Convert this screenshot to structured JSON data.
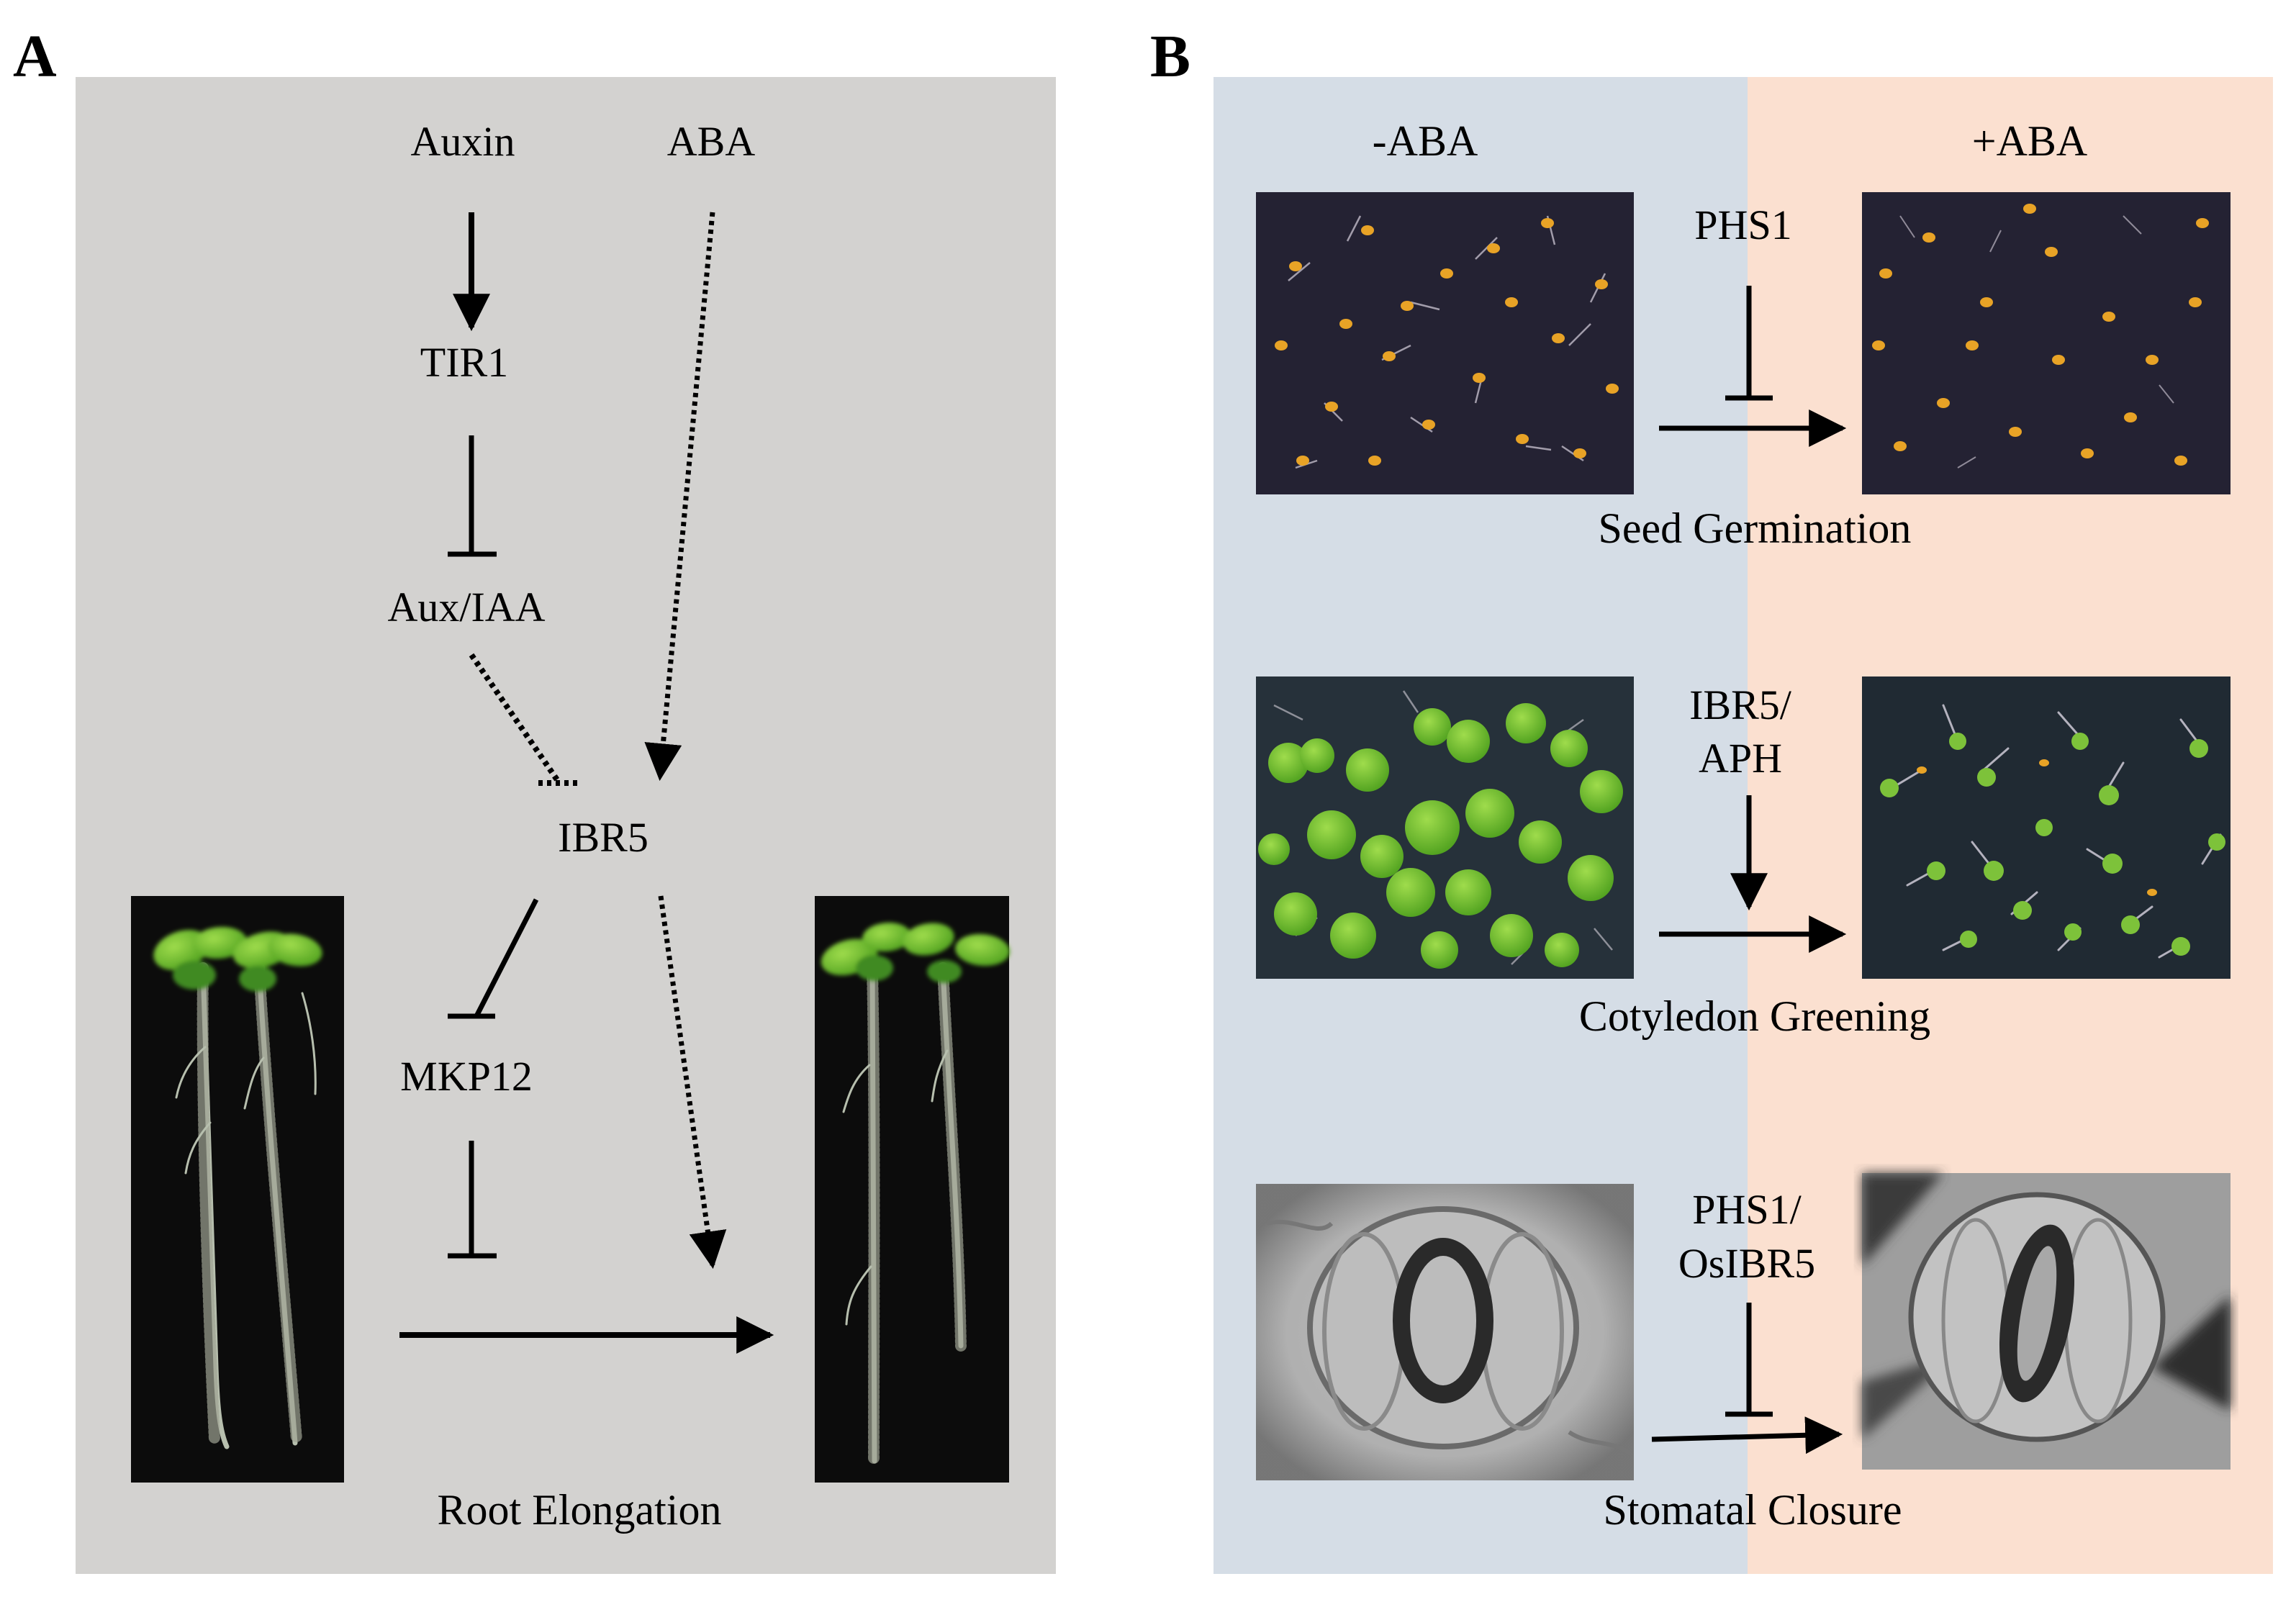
{
  "panel_a": {
    "letter": "A",
    "nodes": {
      "auxin": "Auxin",
      "aba": "ABA",
      "tir1": "TIR1",
      "aux_iaa": "Aux/IAA",
      "ibr5": "IBR5",
      "mkp12": "MKP12"
    },
    "caption": "Root Elongation",
    "photos": [
      "seedling-roots-photo",
      "seedling-roots-photo"
    ]
  },
  "panel_b": {
    "letter": "B",
    "headers": {
      "minus": "-ABA",
      "plus": "+ABA"
    },
    "rows": [
      {
        "regulator": [
          "PHS1"
        ],
        "effect": "inhibit",
        "caption": "Seed Germination",
        "photo": "seed-germination-photo"
      },
      {
        "regulator": [
          "IBR5/",
          "APH"
        ],
        "effect": "promote",
        "caption": "Cotyledon Greening",
        "photo": "cotyledon-photo"
      },
      {
        "regulator": [
          "PHS1/",
          "OsIBR5"
        ],
        "effect": "inhibit",
        "caption": "Stomatal Closure",
        "photo": "stomata-photo"
      }
    ]
  },
  "colors": {
    "panel_a_bg": "#d3d2d0",
    "minus_aba_bg": "#d5dde6",
    "plus_aba_bg": "#fbe0d0"
  }
}
